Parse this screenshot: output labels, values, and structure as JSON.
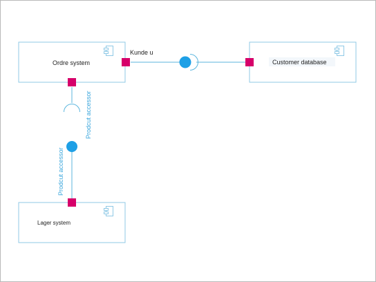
{
  "components": {
    "ordre": {
      "name": "Ordre system"
    },
    "customer": {
      "name": "Customer database"
    },
    "lager": {
      "name": "Lager system"
    }
  },
  "connectors": {
    "kunde": {
      "label": "Kunde u"
    },
    "product_required": {
      "label": "Prodcut accessor"
    },
    "product_provided": {
      "label": "Prodcut accessor"
    }
  },
  "colors": {
    "border": "#8fc9e6",
    "line": "#5bb6de",
    "port": "#d6006a",
    "interface": "#1ea0e6",
    "label_blue": "#3aa6dc",
    "text": "#222222",
    "frame": "#b8b8b8"
  }
}
